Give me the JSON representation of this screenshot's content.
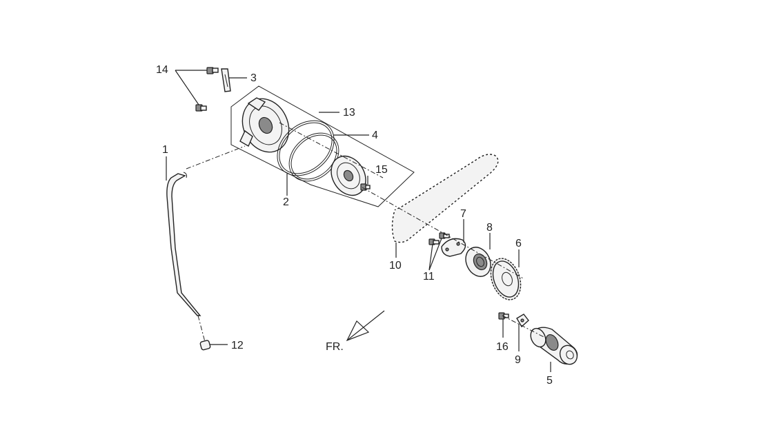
{
  "callouts": {
    "c1": "1",
    "c2": "2",
    "c3": "3",
    "c4": "4",
    "c5": "5",
    "c6": "6",
    "c7": "7",
    "c8": "8",
    "c9": "9",
    "c10": "10",
    "c11": "11",
    "c12": "12",
    "c13": "13",
    "c14": "14",
    "c15": "15",
    "c16": "16"
  },
  "direction": {
    "label": "FR."
  }
}
